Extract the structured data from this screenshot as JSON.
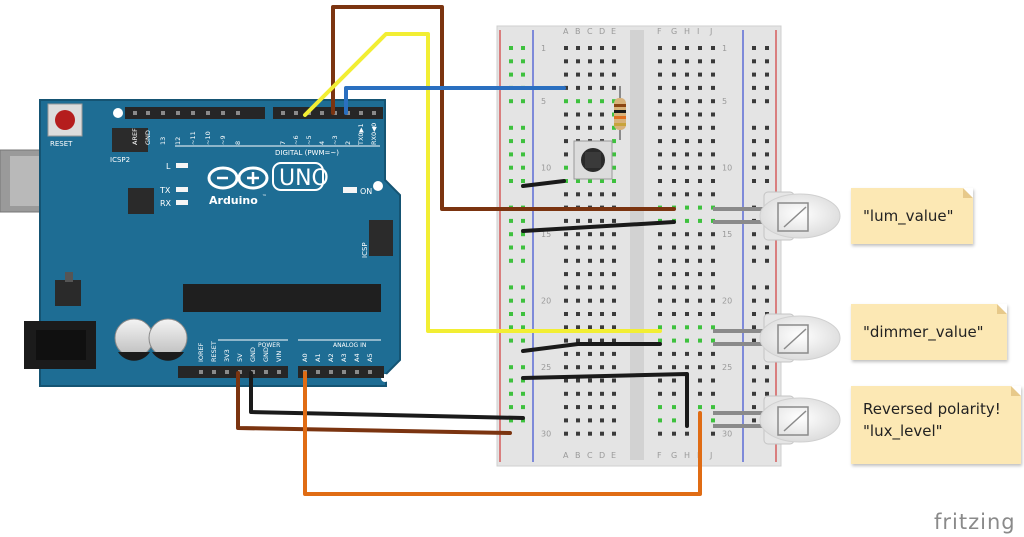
{
  "board": {
    "reset_label": "RESET",
    "icsp2_label": "ICSP2",
    "icsp_label": "ICSP",
    "brand": "Arduino",
    "trademark": "™",
    "model": "UNO",
    "digital_header": "DIGITAL (PWM=~)",
    "digital_pins": [
      "AREF",
      "GND",
      "13",
      "12",
      "~11",
      "~10",
      "~9",
      "8",
      "7",
      "~6",
      "~5",
      "4",
      "~3",
      "2",
      "TX0▶1",
      "RX0◀0"
    ],
    "led_labels": [
      "L",
      "TX",
      "RX",
      "ON"
    ],
    "power_header": "POWER",
    "analog_header": "ANALOG IN",
    "power_pins": [
      "IOREF",
      "RESET",
      "3V3",
      "5V",
      "GND",
      "GND",
      "VIN"
    ],
    "analog_pins": [
      "A0",
      "A1",
      "A2",
      "A3",
      "A4",
      "A5"
    ]
  },
  "breadboard": {
    "columns_left": [
      "A",
      "B",
      "C",
      "D",
      "E"
    ],
    "columns_right": [
      "F",
      "G",
      "H",
      "I",
      "J"
    ],
    "row_numbers": [
      "1",
      "5",
      "10",
      "15",
      "20",
      "25",
      "30"
    ]
  },
  "notes": {
    "lum": "\"lum_value\"",
    "dimmer": "\"dimmer_value\"",
    "lux_line1": "Reversed polarity!",
    "lux_line2": "\"lux_level\""
  },
  "logo": "fritzing",
  "colors": {
    "board": "#1e6d94",
    "wire_brown": "#7b3410",
    "wire_yellow": "#f2ee33",
    "wire_blue": "#2a6fc0",
    "wire_orange": "#e06c14",
    "wire_black": "#1a1a1a",
    "hole_green": "#3ec13e",
    "note_bg": "#fce8b4"
  }
}
